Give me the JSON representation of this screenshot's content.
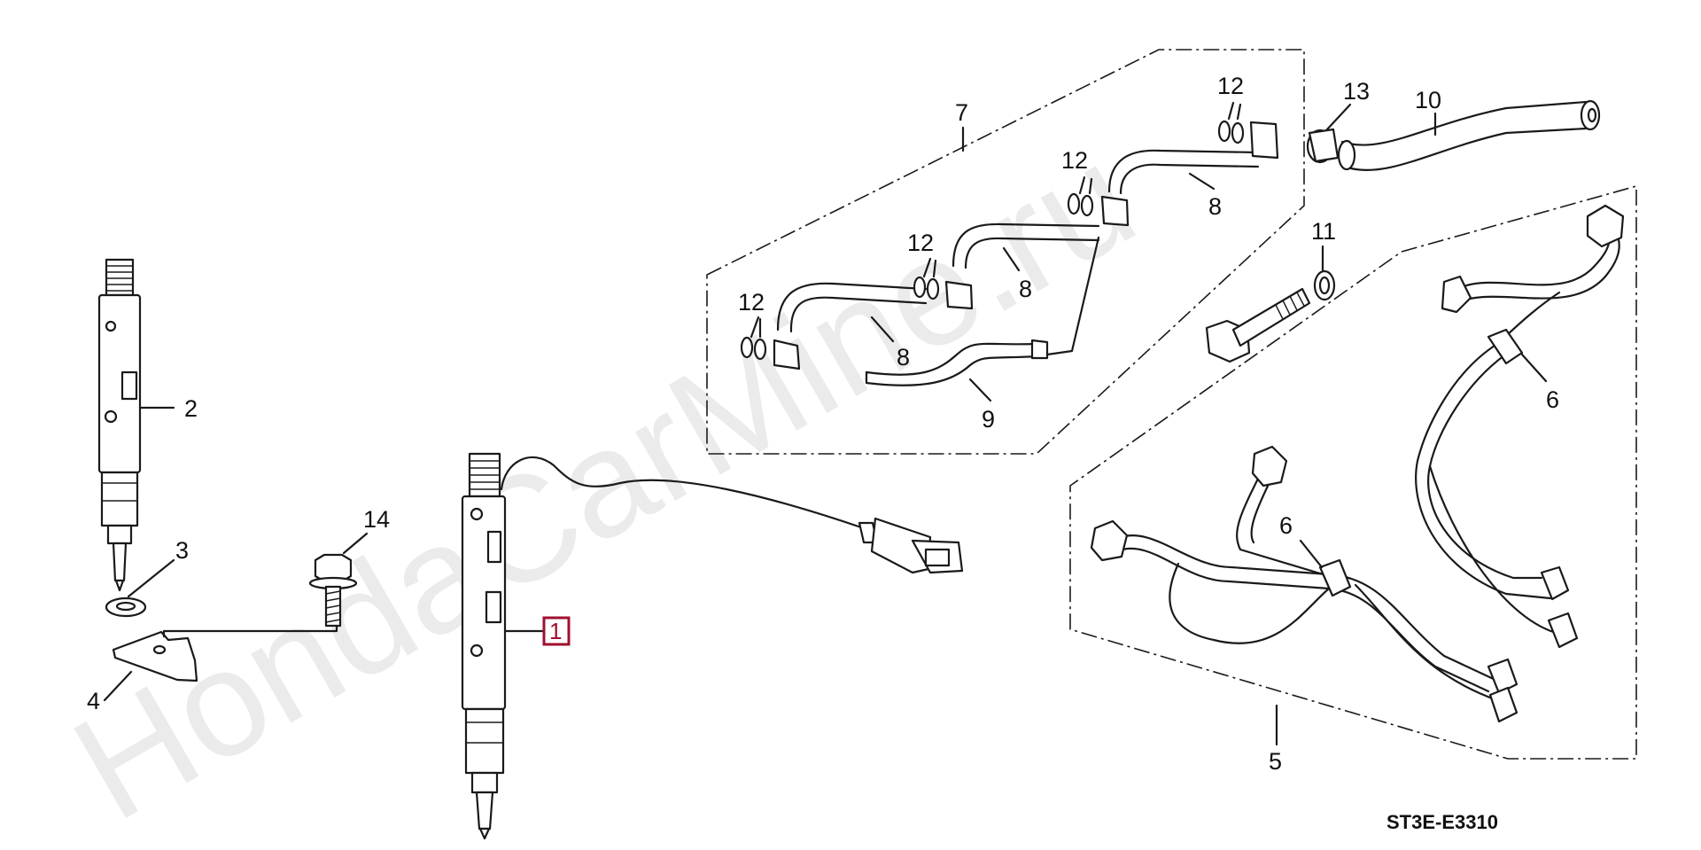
{
  "watermark": "HondaCarMine.ru",
  "diagram_code": "ST3E-E3310",
  "highlight": {
    "color": "#a01030"
  },
  "callouts": {
    "n1": "1",
    "n2": "2",
    "n3": "3",
    "n4": "4",
    "n5": "5",
    "n6a": "6",
    "n6b": "6",
    "n7": "7",
    "n8a": "8",
    "n8b": "8",
    "n8c": "8",
    "n9": "9",
    "n10": "10",
    "n11": "11",
    "n12a": "12",
    "n12b": "12",
    "n12c": "12",
    "n12d": "12",
    "n13": "13",
    "n14": "14"
  }
}
